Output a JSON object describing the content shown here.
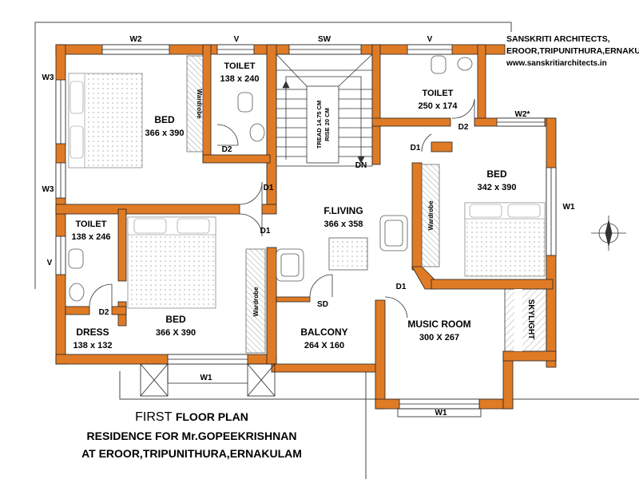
{
  "firm": {
    "name": "SANSKRITI ARCHITECTS,",
    "address": "EROOR,TRIPUNITHURA,ERNAKU",
    "website": "www.sanskritiarchitects.in"
  },
  "title": {
    "line1a": "FIRST",
    "line1b": "FLOOR PLAN",
    "line2": "RESIDENCE FOR Mr.GOPEEKRISHNAN",
    "line3": "AT EROOR,TRIPUNITHURA,ERNAKULAM"
  },
  "rooms": {
    "bed1": {
      "name": "BED",
      "size": "366 x 390"
    },
    "toilet1": {
      "name": "TOILET",
      "size": "138 x 240"
    },
    "toilet2": {
      "name": "TOILET",
      "size": "250 x 174"
    },
    "bed2": {
      "name": "BED",
      "size": "342 x 390"
    },
    "toilet3": {
      "name": "TOILET",
      "size": "138 x 246"
    },
    "dress": {
      "name": "DRESS",
      "size": "138 x 132"
    },
    "bed3": {
      "name": "BED",
      "size": "366 X 390"
    },
    "living": {
      "name": "F.LIVING",
      "size": "366 x 358"
    },
    "balcony": {
      "name": "BALCONY",
      "size": "264 X 160"
    },
    "music": {
      "name": "MUSIC ROOM",
      "size": "300 X 267"
    }
  },
  "labels": {
    "w2_top": "W2",
    "v_top1": "V",
    "sw": "SW",
    "v_top2": "V",
    "w3_a": "W3",
    "w3_b": "W3",
    "v_left": "V",
    "w2_right": "W2*",
    "w1_right": "W1",
    "w1_bottom": "W1",
    "w1_music": "W1",
    "d1_a": "D1",
    "d1_b": "D1",
    "d1_c": "D1",
    "d1_d": "D1",
    "d2_a": "D2",
    "d2_b": "D2",
    "d2_c": "D2",
    "dn": "DN",
    "sd": "SD",
    "wardrobe": "Wardrobe",
    "tread": "TREAD 14.75 CM",
    "rise": "RISE 20 CM",
    "skylight": "SKYLIGHT"
  }
}
